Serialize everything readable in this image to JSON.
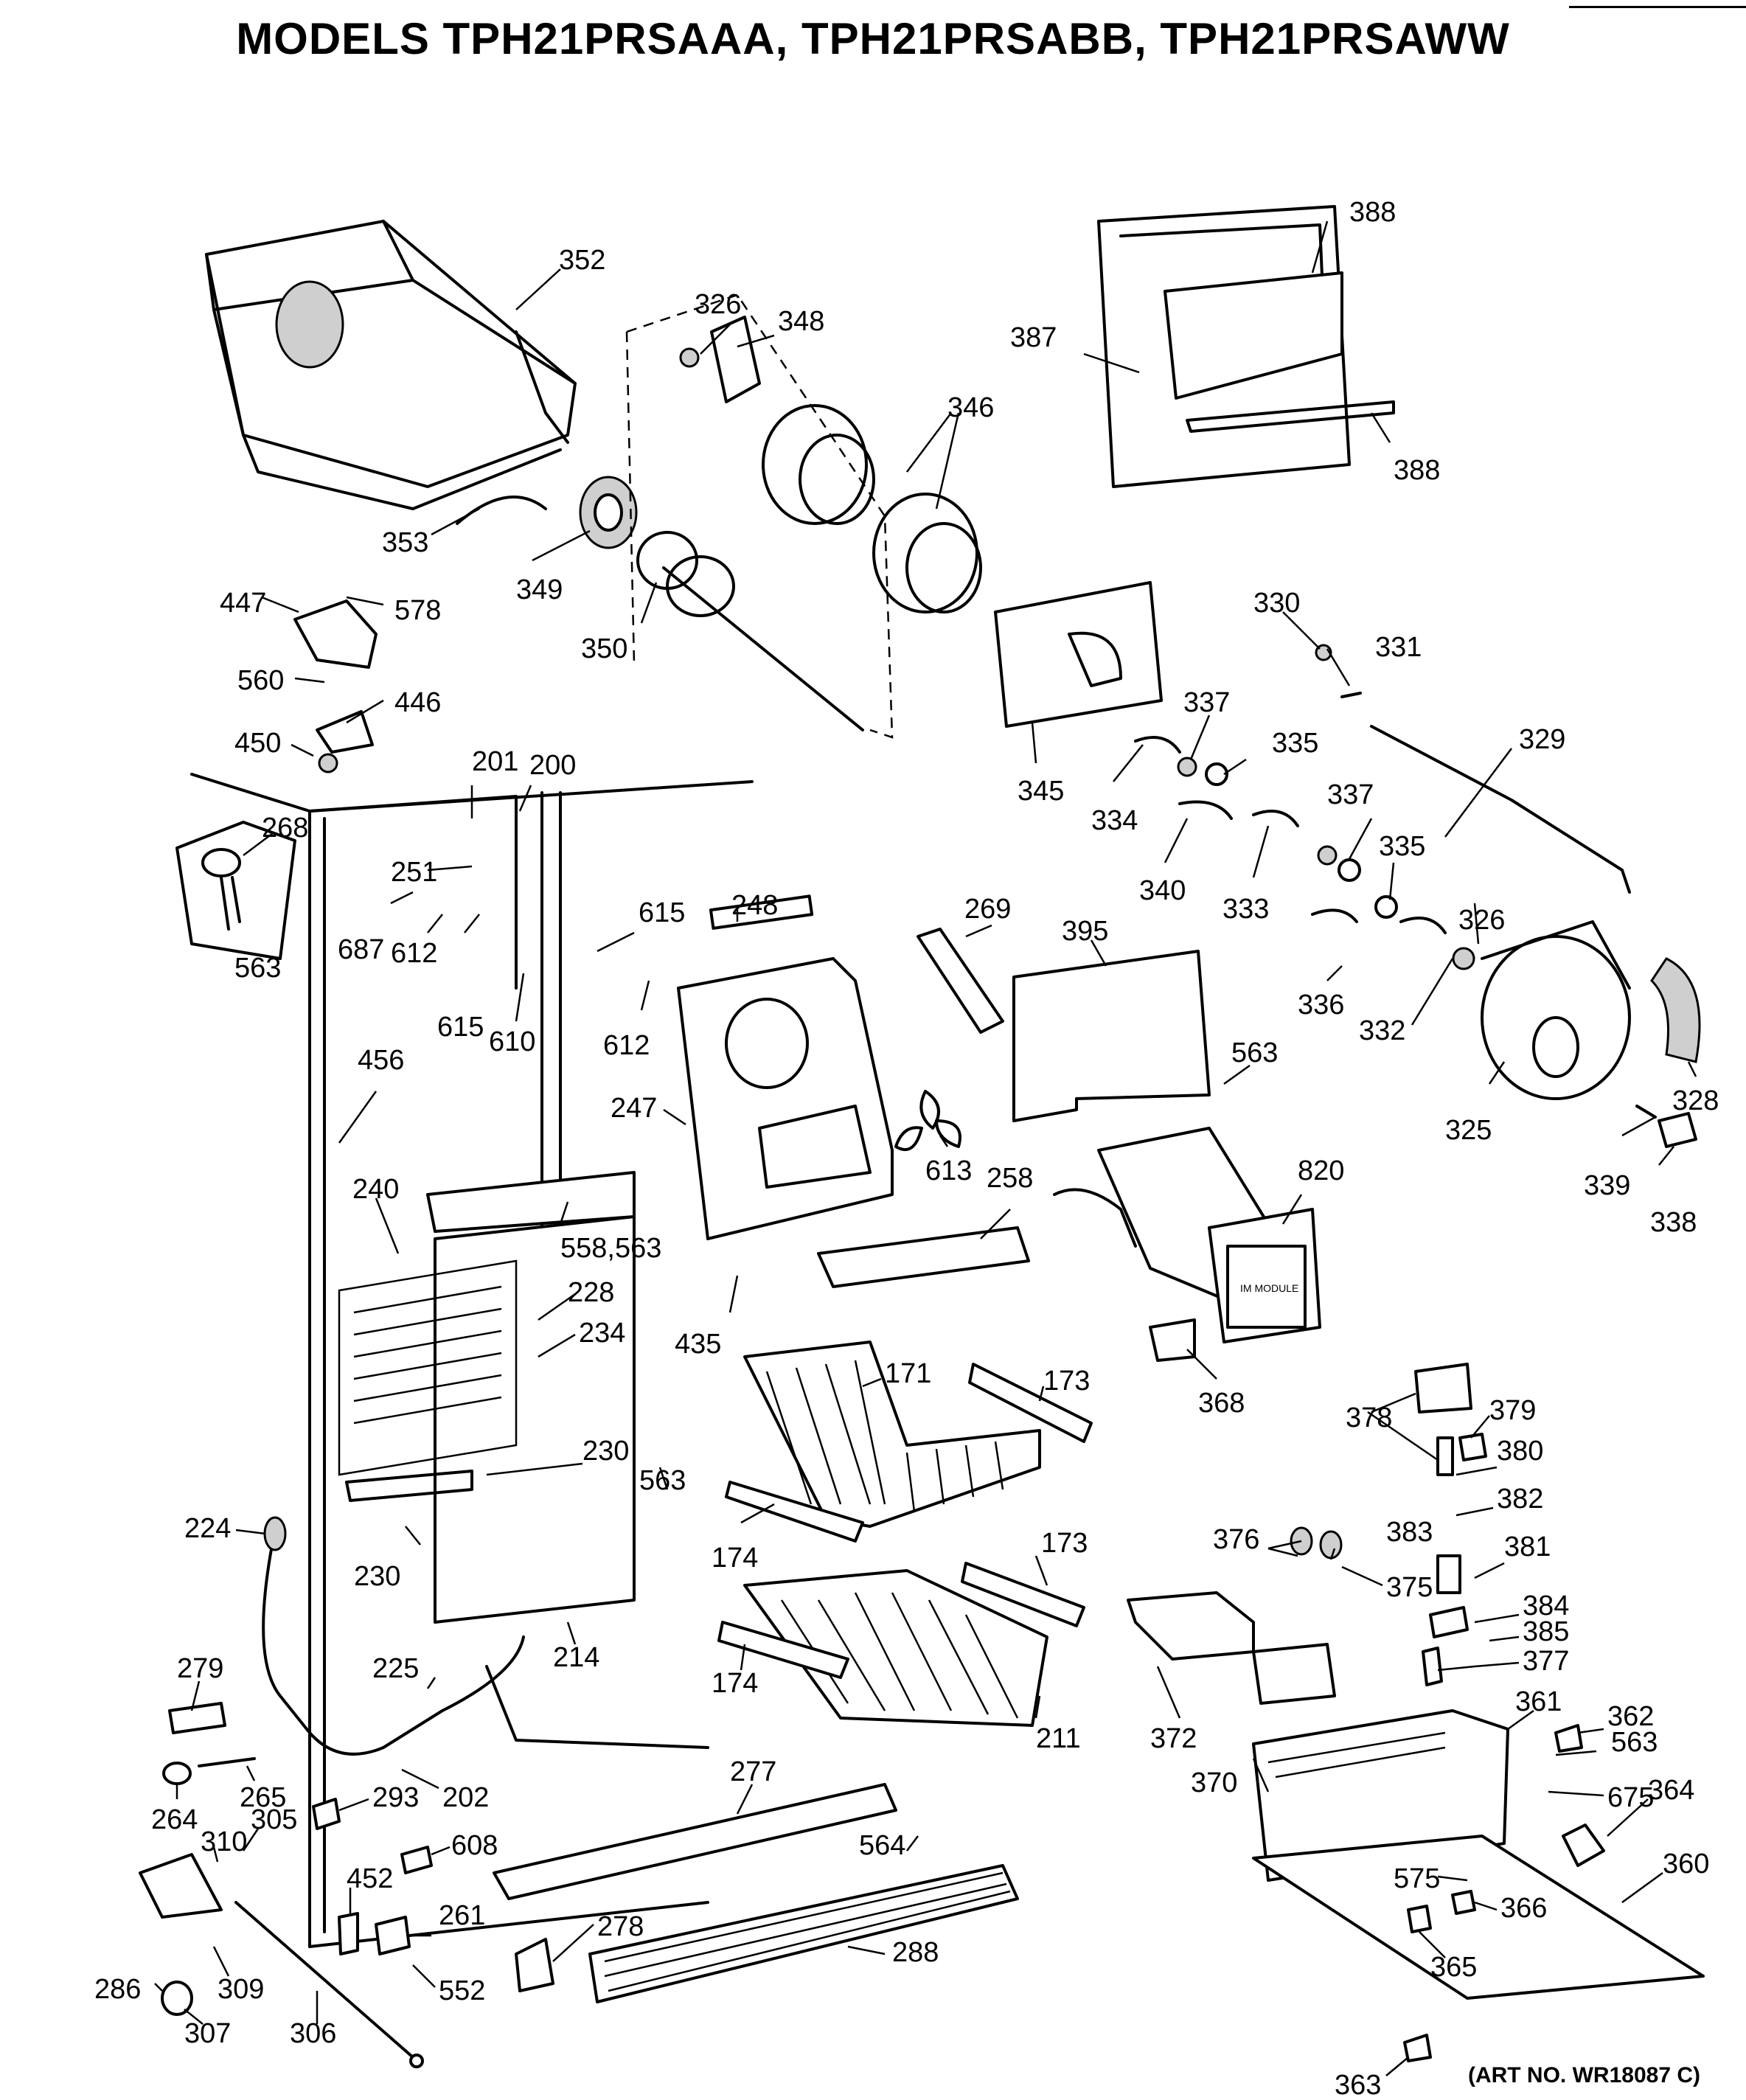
{
  "title": "MODELS TPH21PRSAAA, TPH21PRSABB, TPH21PRSAWW",
  "art_number": "(ART NO. WR18087 C)",
  "module_label": "IM MODULE",
  "part_labels": [
    {
      "text": "352"
    },
    {
      "text": "326"
    },
    {
      "text": "348"
    },
    {
      "text": "388"
    },
    {
      "text": "387"
    },
    {
      "text": "346"
    },
    {
      "text": "388"
    },
    {
      "text": "353"
    },
    {
      "text": "349"
    },
    {
      "text": "350"
    },
    {
      "text": "447"
    },
    {
      "text": "578"
    },
    {
      "text": "560"
    },
    {
      "text": "446"
    },
    {
      "text": "450"
    },
    {
      "text": "345"
    },
    {
      "text": "330"
    },
    {
      "text": "331"
    },
    {
      "text": "337"
    },
    {
      "text": "335"
    },
    {
      "text": "329"
    },
    {
      "text": "334"
    },
    {
      "text": "340"
    },
    {
      "text": "333"
    },
    {
      "text": "337"
    },
    {
      "text": "335"
    },
    {
      "text": "201"
    },
    {
      "text": "200"
    },
    {
      "text": "268"
    },
    {
      "text": "563"
    },
    {
      "text": "251"
    },
    {
      "text": "687"
    },
    {
      "text": "612"
    },
    {
      "text": "615"
    },
    {
      "text": "610"
    },
    {
      "text": "615"
    },
    {
      "text": "612"
    },
    {
      "text": "248"
    },
    {
      "text": "269"
    },
    {
      "text": "395"
    },
    {
      "text": "336"
    },
    {
      "text": "332"
    },
    {
      "text": "326"
    },
    {
      "text": "456"
    },
    {
      "text": "247"
    },
    {
      "text": "563"
    },
    {
      "text": "325"
    },
    {
      "text": "328"
    },
    {
      "text": "339"
    },
    {
      "text": "338"
    },
    {
      "text": "613"
    },
    {
      "text": "258"
    },
    {
      "text": "820"
    },
    {
      "text": "240"
    },
    {
      "text": "558,563"
    },
    {
      "text": "228"
    },
    {
      "text": "234"
    },
    {
      "text": "435"
    },
    {
      "text": "171"
    },
    {
      "text": "173"
    },
    {
      "text": "368"
    },
    {
      "text": "378"
    },
    {
      "text": "379"
    },
    {
      "text": "380"
    },
    {
      "text": "230"
    },
    {
      "text": "563"
    },
    {
      "text": "224"
    },
    {
      "text": "174"
    },
    {
      "text": "382"
    },
    {
      "text": "376"
    },
    {
      "text": "383"
    },
    {
      "text": "381"
    },
    {
      "text": "230"
    },
    {
      "text": "173"
    },
    {
      "text": "375"
    },
    {
      "text": "384"
    },
    {
      "text": "385"
    },
    {
      "text": "214"
    },
    {
      "text": "377"
    },
    {
      "text": "279"
    },
    {
      "text": "225"
    },
    {
      "text": "174"
    },
    {
      "text": "361"
    },
    {
      "text": "362"
    },
    {
      "text": "372"
    },
    {
      "text": "211"
    },
    {
      "text": "563"
    },
    {
      "text": "265"
    },
    {
      "text": "264"
    },
    {
      "text": "202"
    },
    {
      "text": "277"
    },
    {
      "text": "370"
    },
    {
      "text": "675"
    },
    {
      "text": "364"
    },
    {
      "text": "293"
    },
    {
      "text": "310"
    },
    {
      "text": "305"
    },
    {
      "text": "608"
    },
    {
      "text": "564"
    },
    {
      "text": "452"
    },
    {
      "text": "360"
    },
    {
      "text": "261"
    },
    {
      "text": "575"
    },
    {
      "text": "366"
    },
    {
      "text": "278"
    },
    {
      "text": "288"
    },
    {
      "text": "286"
    },
    {
      "text": "309"
    },
    {
      "text": "552"
    },
    {
      "text": "365"
    },
    {
      "text": "307"
    },
    {
      "text": "306"
    },
    {
      "text": "363"
    }
  ]
}
